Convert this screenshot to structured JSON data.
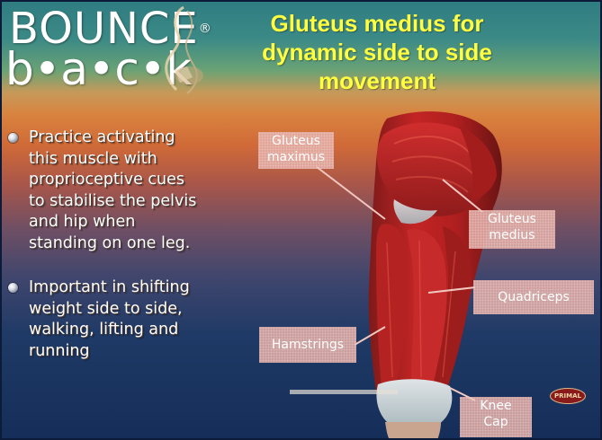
{
  "logo": {
    "line1": "BOUNCE",
    "line1_sup": "®",
    "line2": "b•a•c•k"
  },
  "title": {
    "lines": [
      "Gluteus medius for",
      "dynamic side to side",
      "movement"
    ]
  },
  "bullets": [
    {
      "lines": [
        "Practice activating",
        "this muscle with",
        "proprioceptive cues",
        "to stabilise the pelvis",
        "and hip when",
        "standing on one leg."
      ]
    },
    {
      "lines": [
        "Important in shifting",
        "weight side to side,",
        "walking, lifting and",
        "running"
      ]
    }
  ],
  "labels": {
    "gluteus_maximus": [
      "Gluteus",
      "maximus"
    ],
    "gluteus_medius": [
      "Gluteus",
      "medius"
    ],
    "quadriceps": [
      "Quadriceps"
    ],
    "hamstrings": [
      "Hamstrings"
    ],
    "knee_cap": [
      "Knee",
      "Cap"
    ]
  },
  "image": {
    "subject": "posterior-thigh-muscle-anatomy"
  },
  "badge": {
    "text": "PRIMAL"
  },
  "colors": {
    "title": "#ffff3f",
    "body_text": "#ffffff",
    "label_bg": "#e4ada6",
    "background_top": "#2f7c82",
    "background_mid": "#d9833f",
    "background_bottom": "#152d59"
  }
}
